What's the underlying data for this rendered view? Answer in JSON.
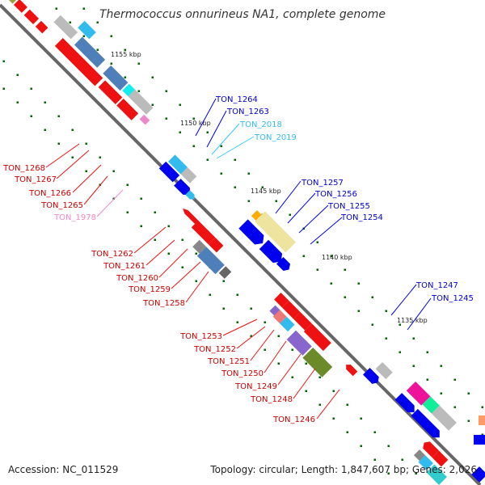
{
  "title": "Thermococcus onnurineus NA1, complete genome",
  "accession": "Accession: NC_011529",
  "topology": "Topology: circular; Length: 1,847,607 bp; Genes: 2,026",
  "colors": {
    "forward": "#0000ff",
    "reverse": "#ff0000",
    "rna": "#33ccff",
    "pseudo": "#ee88cc",
    "backbone": "#555555",
    "tick": "#006600"
  },
  "ticks": [
    "1155 kbp",
    "1150 kbp",
    "1145 kbp",
    "1140 kbp",
    "1135 kbp"
  ],
  "labels_forward": [
    "TON_1264",
    "TON_1263",
    "TON_1257",
    "TON_1256",
    "TON_1255",
    "TON_1254",
    "TON_1247",
    "TON_1245"
  ],
  "labels_rna": [
    "TON_2018",
    "TON_2019"
  ],
  "labels_reverse": [
    "TON_1268",
    "TON_1267",
    "TON_1266",
    "TON_1265",
    "TON_1262",
    "TON_1261",
    "TON_1260",
    "TON_1259",
    "TON_1258",
    "TON_1253",
    "TON_1252",
    "TON_1251",
    "TON_1250",
    "TON_1249",
    "TON_1248",
    "TON_1246"
  ],
  "labels_pseudo": [
    "TON_1978"
  ]
}
